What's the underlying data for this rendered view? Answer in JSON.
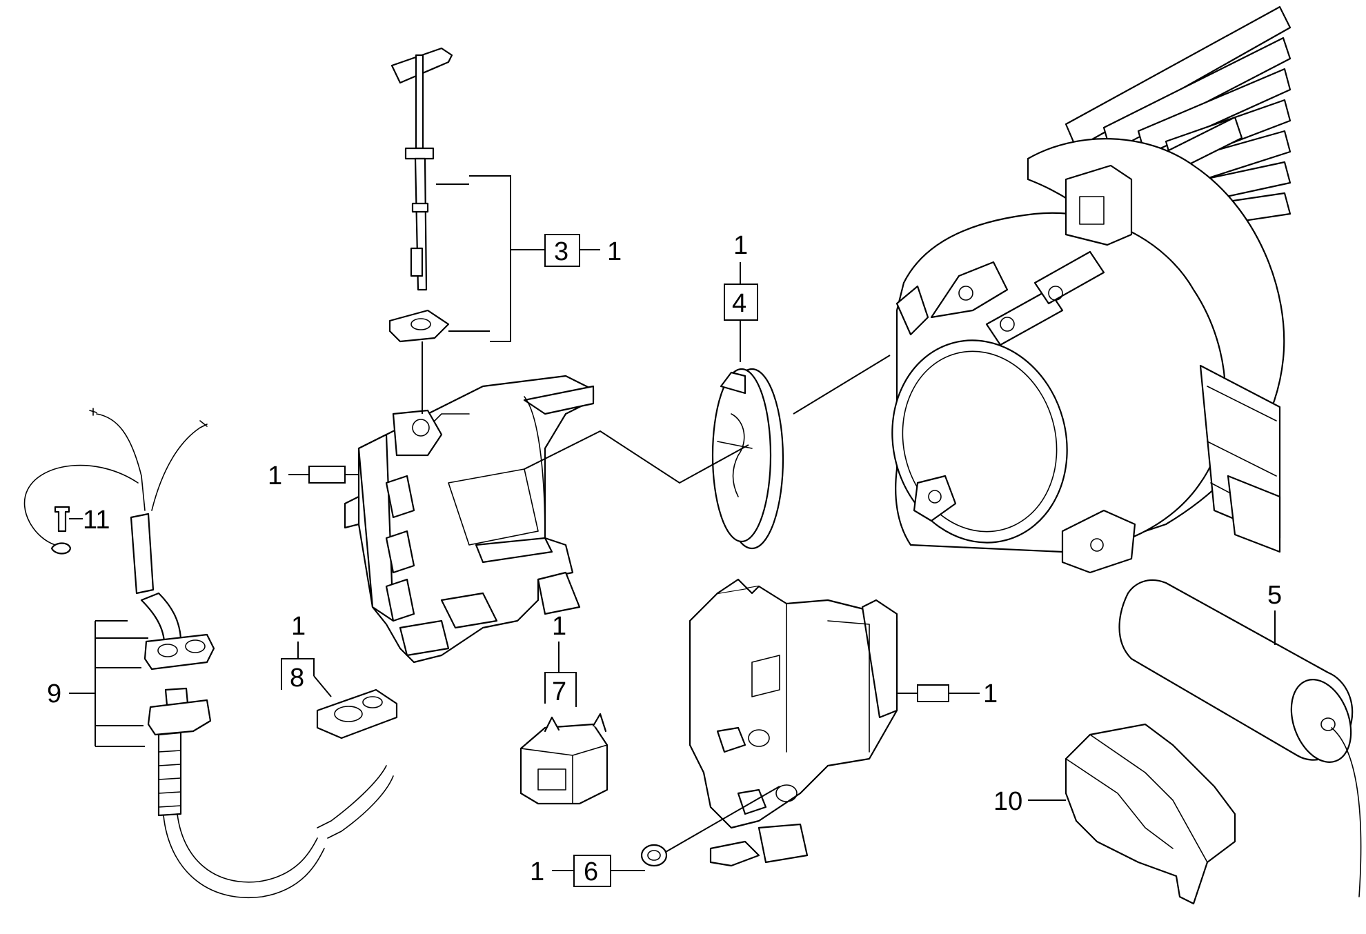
{
  "labels": {
    "qty_3": "1",
    "part_3": "3",
    "qty_4": "1",
    "part_4": "4",
    "qty_housing_left": "1",
    "part_11": "11",
    "qty_8": "1",
    "part_8": "8",
    "part_9": "9",
    "qty_7": "1",
    "part_7": "7",
    "qty_housing_right": "1",
    "part_5": "5",
    "part_10": "10",
    "qty_6": "1",
    "part_6": "6"
  }
}
